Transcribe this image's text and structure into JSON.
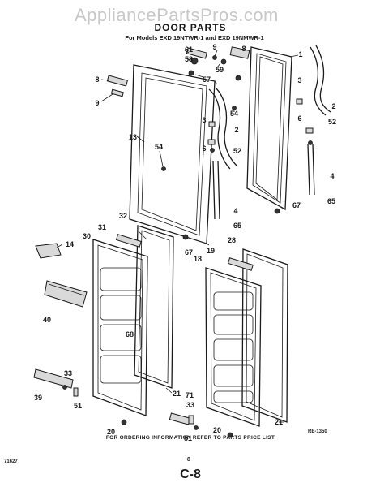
{
  "watermark": "AppliancePartsPros.com",
  "title": "DOOR PARTS",
  "subtitle": "For Models EXD 19NTWR-1 and EXD 19NMWR-1",
  "callouts": [
    {
      "label": "61",
      "name": "callout-61"
    },
    {
      "label": "58",
      "name": "callout-58"
    },
    {
      "label": "9",
      "name": "callout-9-top"
    },
    {
      "label": "8",
      "name": "callout-8-top"
    },
    {
      "label": "59",
      "name": "callout-59"
    },
    {
      "label": "57",
      "name": "callout-57"
    },
    {
      "label": "8",
      "name": "callout-8-left"
    },
    {
      "label": "9",
      "name": "callout-9-left"
    },
    {
      "label": "1",
      "name": "callout-1"
    },
    {
      "label": "3",
      "name": "callout-3-right"
    },
    {
      "label": "2",
      "name": "callout-2-right"
    },
    {
      "label": "6",
      "name": "callout-6-right"
    },
    {
      "label": "52",
      "name": "callout-52-right"
    },
    {
      "label": "54",
      "name": "callout-54-upper"
    },
    {
      "label": "13",
      "name": "callout-13"
    },
    {
      "label": "3",
      "name": "callout-3-mid"
    },
    {
      "label": "2",
      "name": "callout-2-mid"
    },
    {
      "label": "6",
      "name": "callout-6-mid"
    },
    {
      "label": "52",
      "name": "callout-52-mid"
    },
    {
      "label": "54",
      "name": "callout-54-lower"
    },
    {
      "label": "4",
      "name": "callout-4-right"
    },
    {
      "label": "65",
      "name": "callout-65-right"
    },
    {
      "label": "67",
      "name": "callout-67-right"
    },
    {
      "label": "4",
      "name": "callout-4-mid"
    },
    {
      "label": "65",
      "name": "callout-65-mid"
    },
    {
      "label": "32",
      "name": "callout-32"
    },
    {
      "label": "31",
      "name": "callout-31"
    },
    {
      "label": "30",
      "name": "callout-30"
    },
    {
      "label": "14",
      "name": "callout-14"
    },
    {
      "label": "67",
      "name": "callout-67-mid"
    },
    {
      "label": "28",
      "name": "callout-28"
    },
    {
      "label": "19",
      "name": "callout-19"
    },
    {
      "label": "18",
      "name": "callout-18"
    },
    {
      "label": "40",
      "name": "callout-40"
    },
    {
      "label": "68",
      "name": "callout-68"
    },
    {
      "label": "33",
      "name": "callout-33-left"
    },
    {
      "label": "39",
      "name": "callout-39"
    },
    {
      "label": "51",
      "name": "callout-51-left"
    },
    {
      "label": "21",
      "name": "callout-21-left"
    },
    {
      "label": "71",
      "name": "callout-71"
    },
    {
      "label": "33",
      "name": "callout-33-right"
    },
    {
      "label": "20",
      "name": "callout-20-left"
    },
    {
      "label": "51",
      "name": "callout-51-right"
    },
    {
      "label": "20",
      "name": "callout-20-right"
    },
    {
      "label": "21",
      "name": "callout-21-right"
    }
  ],
  "ref_code": "RE-1350",
  "footer": "FOR ORDERING INFORMATION REFER TO PARTS PRICE LIST",
  "doc_number": "71627",
  "small_number": "8",
  "page_number": "C-8"
}
